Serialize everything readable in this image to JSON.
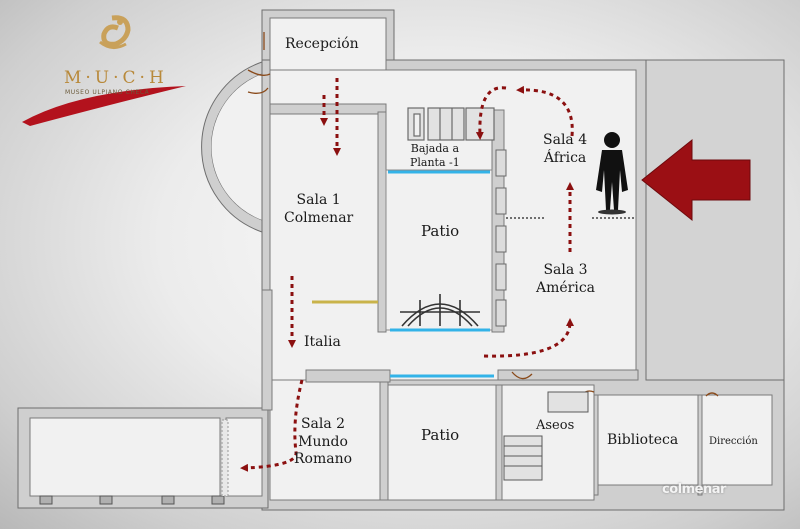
{
  "logo": {
    "wordmark": "M·U·C·H",
    "subtitle": "MUSEO ULPIANO CHECA",
    "colors": {
      "gold": "#c9a15a",
      "red": "#b3121d"
    }
  },
  "rooms": {
    "recepcion": "Recepción",
    "sala1_line1": "Sala 1",
    "sala1_line2": "Colmenar",
    "patio_top": "Patio",
    "bajada_line1": "Bajada a",
    "bajada_line2": "Planta -1",
    "sala4_line1": "Sala 4",
    "sala4_line2": "África",
    "sala3_line1": "Sala 3",
    "sala3_line2": "América",
    "italia": "Italia",
    "sala2_line1": "Sala 2",
    "sala2_line2": "Mundo",
    "sala2_line3": "Romano",
    "patio_bottom": "Patio",
    "aseos": "Aseos",
    "biblioteca": "Biblioteca",
    "direccion": "Dirección"
  },
  "watermark": "colmenar",
  "you_are_here": {
    "icon": "person-silhouette-icon",
    "pointer": "big-red-arrow-icon"
  },
  "colors": {
    "floor": "#f1f1f1",
    "wall": "#cfcfcf",
    "wall_edge": "#6e6e6e",
    "route": "#8b1010",
    "pointer": "#9b0f14",
    "window": "#33b3e8"
  }
}
